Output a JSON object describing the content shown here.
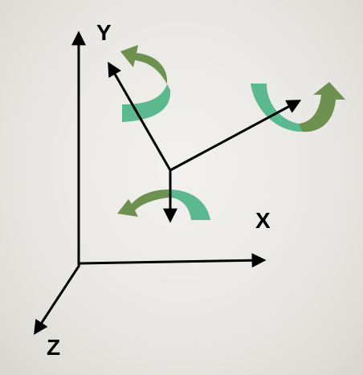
{
  "labels": {
    "y": "Y",
    "x": "X",
    "z": "Z"
  },
  "icons": {
    "arrows": "arrow-icon",
    "rotation_arrows": "curved-rotation-arrow-icon"
  },
  "colors": {
    "background": "#e9e8e4",
    "axis": "#000000",
    "rotation_light": "#5cb88f",
    "rotation_dark": "#6e9150"
  }
}
